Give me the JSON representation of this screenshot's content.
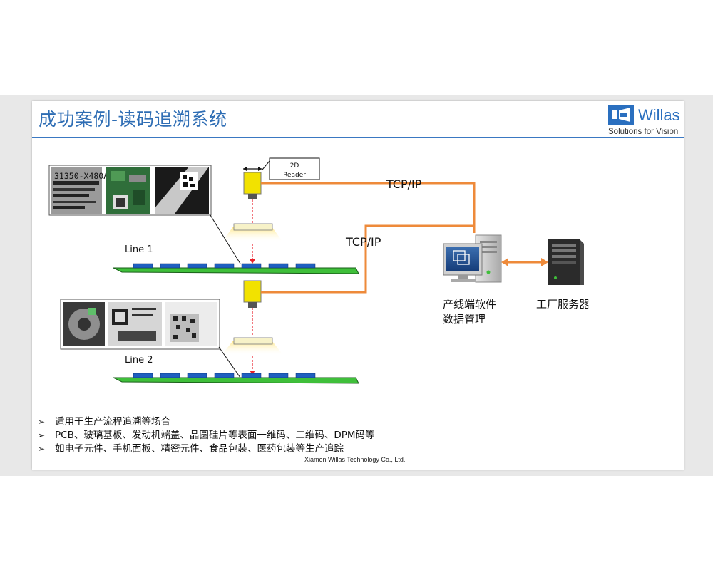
{
  "slide": {
    "title": "成功案例-读码追溯系统"
  },
  "logo": {
    "brand": "Willas",
    "tagline": "Solutions for Vision",
    "brand_color": "#2a6fbf"
  },
  "diagram": {
    "reader_label_line1": "2D",
    "reader_label_line2": "Reader",
    "line1_label": "Line 1",
    "line2_label": "Line 2",
    "sample1_text": "31350-X480A",
    "tcp_label_top": "TCP/IP",
    "tcp_label_mid": "TCP/IP",
    "pc_label_line1": "产线端软件",
    "pc_label_line2": "数据管理",
    "server_label": "工厂服务器",
    "colors": {
      "connection": "#ee8a3a",
      "conveyor": "#3fbf3a",
      "part": "#1f5fbf",
      "camera": "#f2e200",
      "laser": "#e8202a"
    }
  },
  "bullets": [
    "适用于生产流程追溯等场合",
    "PCB、玻璃基板、发动机端盖、晶圆硅片等表面一维码、二维码、DPM码等",
    "如电子元件、手机面板、精密元件、食品包装、医药包装等生产追踪"
  ],
  "footer": "Xiamen Willas Technology Co., Ltd."
}
